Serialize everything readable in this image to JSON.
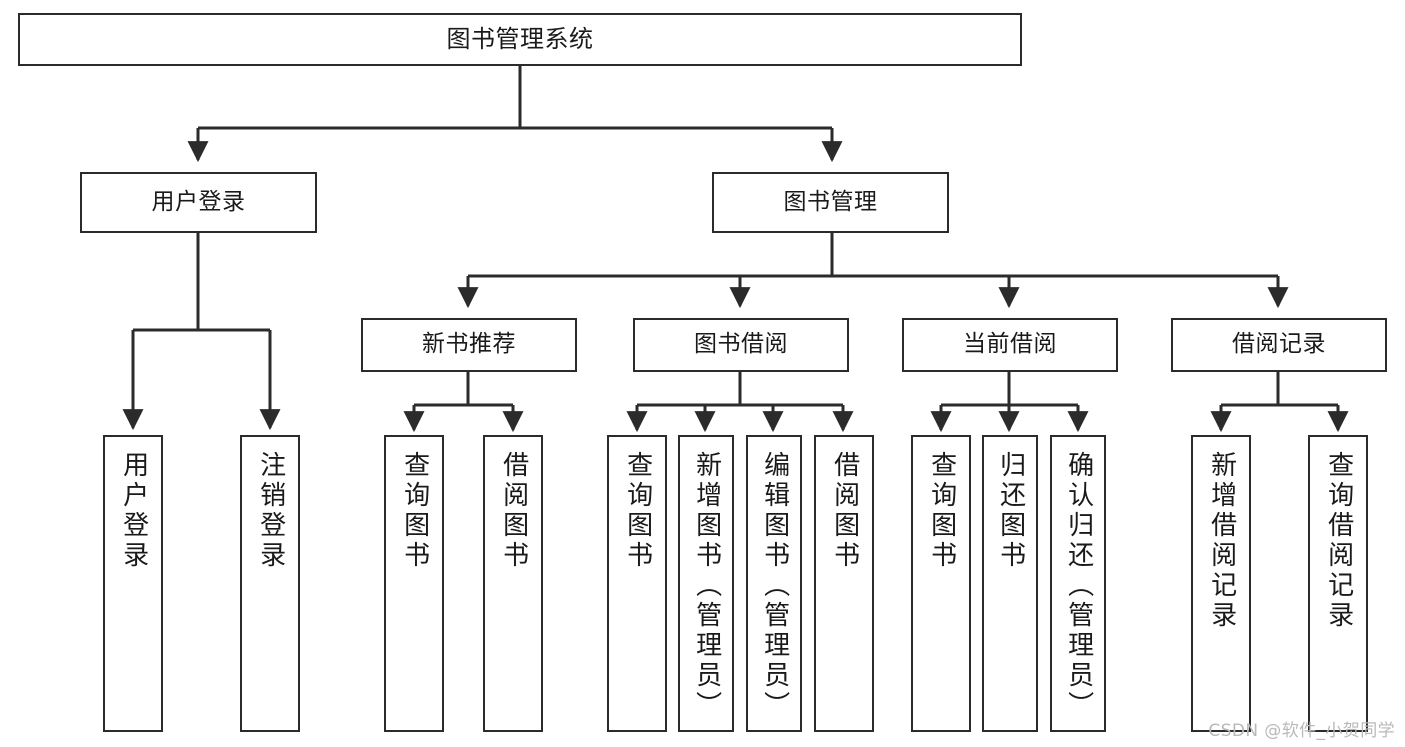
{
  "diagram": {
    "type": "tree",
    "title": "图书管理系统",
    "orientation": "top-down",
    "colors": {
      "background": "#ffffff",
      "node_border": "#2b2b2b",
      "node_fill": "#ffffff",
      "connector": "#2b2b2b",
      "text": "#1a1a1a",
      "watermark": "#b9b9b9"
    }
  },
  "root": {
    "label": "图书管理系统"
  },
  "level1": [
    {
      "label": "用户登录"
    },
    {
      "label": "图书管理"
    }
  ],
  "level2": [
    {
      "label": "新书推荐"
    },
    {
      "label": "图书借阅"
    },
    {
      "label": "当前借阅"
    },
    {
      "label": "借阅记录"
    }
  ],
  "leaves": {
    "user_login": [
      {
        "label": "用户登录"
      },
      {
        "label": "注销登录"
      }
    ],
    "new_book_recommend": [
      {
        "label": "查询图书"
      },
      {
        "label": "借阅图书"
      }
    ],
    "book_borrow": [
      {
        "label": "查询图书"
      },
      {
        "label": "新增图书（管理员）"
      },
      {
        "label": "编辑图书（管理员）"
      },
      {
        "label": "借阅图书"
      }
    ],
    "current_borrow": [
      {
        "label": "查询图书"
      },
      {
        "label": "归还图书"
      },
      {
        "label": "确认归还（管理员）"
      }
    ],
    "borrow_record": [
      {
        "label": "新增借阅记录"
      },
      {
        "label": "查询借阅记录"
      }
    ]
  },
  "watermark": {
    "text": "CSDN @软件_小贺同学"
  }
}
